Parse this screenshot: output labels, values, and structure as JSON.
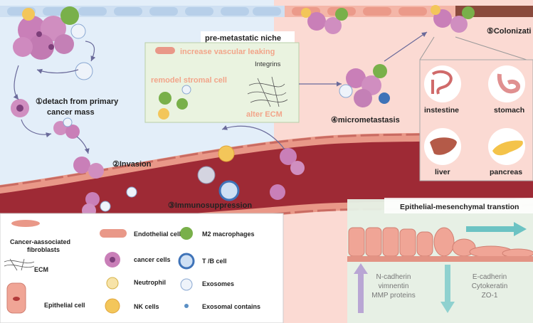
{
  "steps": {
    "detach_line1": "①detach from primary",
    "detach_line2": "cancer mass",
    "invasion": "②Invasion",
    "immuno": "③Immunosuppression",
    "micro": "④micrometastasis",
    "colonization": "⑤Colonizati"
  },
  "niche": {
    "title": "pre-metastatic niche",
    "vascular": "increase vascular leaking",
    "integrins": "Integrins",
    "stromal": "remodel stromal cell",
    "ecm": "alter ECM"
  },
  "organs": {
    "intestine": "instestine",
    "stomach": "stomach",
    "liver": "liver",
    "pancreas": "pancreas"
  },
  "emt": {
    "title": "Epithelial-mesenchymal transtion",
    "up": [
      "N-cadherin",
      "vimnentin",
      "MMP proteins"
    ],
    "down": [
      "E-cadherin",
      "Cytokeratin",
      "ZO-1"
    ]
  },
  "legend": {
    "caf_line1": "Cancer-aassociated",
    "caf_line2": "fibroblasts",
    "ecm": "ECM",
    "epithelial": "Epithelial cell",
    "endothelial": "Endothelial cell",
    "cancer": "cancer cells",
    "neutrophil": "Neutrophil",
    "nk": "NK cells",
    "m2": "M2 macrophages",
    "tb": "T /B cell",
    "exosomes": "Exosomes",
    "exo_contains": "Exosomal contains"
  },
  "colors": {
    "bg_left": "#e3eef9",
    "bg_right": "#fbdad3",
    "vessel": "#9e2a35",
    "endothelial": "#e58a7a",
    "cancer_cell": "#c97fb8",
    "niche_box": "#eaf3e0",
    "niche_text": "#f2a58a",
    "emt_arrow": "#6cc3c3"
  }
}
